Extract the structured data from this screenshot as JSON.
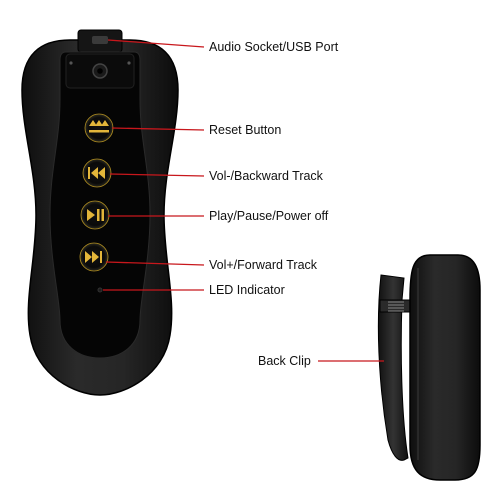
{
  "callouts": [
    {
      "id": "audio-socket",
      "label": "Audio Socket/USB Port"
    },
    {
      "id": "reset",
      "label": "Reset Button"
    },
    {
      "id": "vol-down",
      "label": "Vol-/Backward Track"
    },
    {
      "id": "play",
      "label": "Play/Pause/Power off"
    },
    {
      "id": "vol-up",
      "label": "Vol+/Forward Track"
    },
    {
      "id": "led",
      "label": "LED Indicator"
    },
    {
      "id": "clip",
      "label": "Back Clip"
    }
  ],
  "colors": {
    "callout_line": "#c8171c",
    "device_body": "#1a1a1a",
    "device_face": "#050505",
    "button_ring": "#e3b63a"
  },
  "icons": [
    "reset-icon",
    "rewind-icon",
    "play-pause-icon",
    "fast-forward-icon"
  ]
}
